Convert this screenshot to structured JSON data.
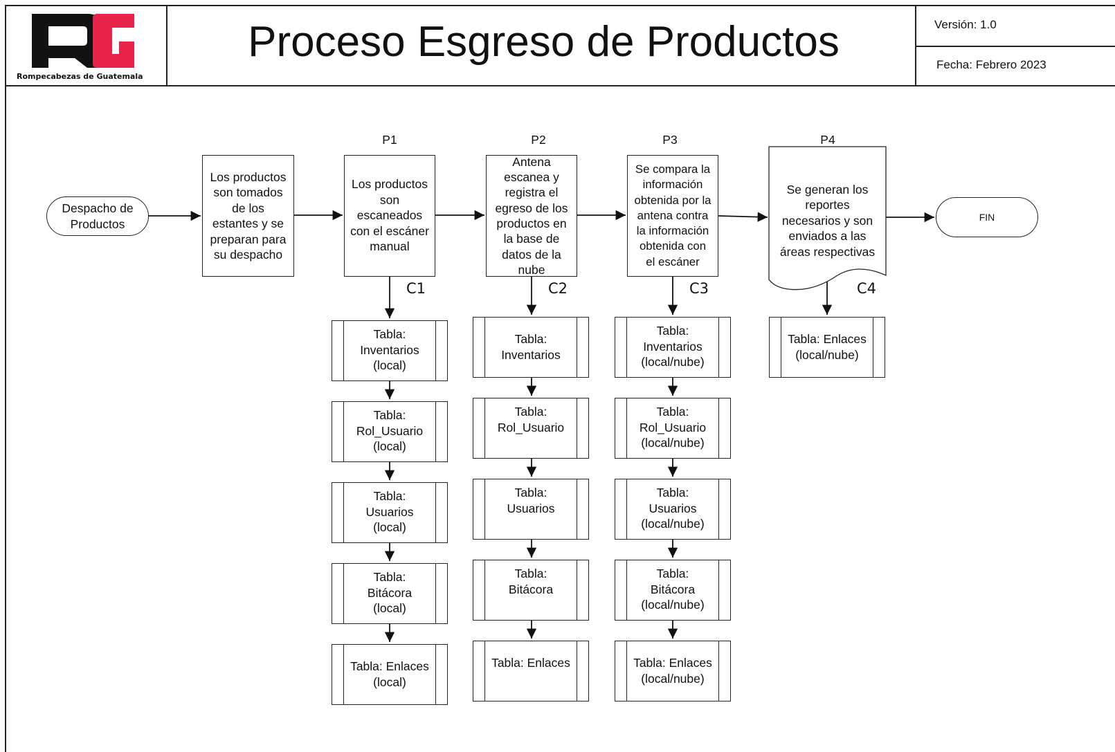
{
  "header": {
    "logo_text": "RG",
    "logo_caption": "Rompecabezas de Guatemala",
    "title": "Proceso Esgreso de Productos",
    "version": "Versión: 1.0",
    "date": "Fecha: Febrero 2023"
  },
  "colors": {
    "logo_black": "#111111",
    "logo_red": "#e8234a",
    "line": "#222222"
  },
  "flow": {
    "start": "Despacho de\nProductos",
    "step0": "Los productos\nson tomados\nde los\nestantes y se\npreparan para\nsu despacho",
    "p1": {
      "label": "P1",
      "text": "Los productos\nson\nescaneados\ncon el escáner\nmanual"
    },
    "p2": {
      "label": "P2",
      "text": "Antena\nescanea y\nregistra el\negreso de los\nproductos en\nla base de\ndatos de la\nnube"
    },
    "p3": {
      "label": "P3",
      "text": "Se compara la\ninformación\nobtenida por la\nantena contra\nla información\nobtenida con\nel escáner"
    },
    "p4": {
      "label": "P4",
      "text": "Se generan los\nreportes\nnecesarios y son\nenviados a las\náreas respectivas"
    },
    "end": "FIN"
  },
  "columns": {
    "c1": {
      "label": "C1",
      "tables": [
        "Tabla:\nInventarios\n(local)",
        "Tabla:\nRol_Usuario\n(local)",
        "Tabla:\nUsuarios\n(local)",
        "Tabla:\nBitácora\n(local)",
        "Tabla: Enlaces\n(local)"
      ]
    },
    "c2": {
      "label": "C2",
      "tables": [
        "Tabla:\nInventarios",
        "Tabla:\nRol_Usuario",
        "Tabla:\nUsuarios",
        "Tabla:\nBitácora",
        "Tabla: Enlaces"
      ]
    },
    "c3": {
      "label": "C3",
      "tables": [
        "Tabla:\nInventarios\n(local/nube)",
        "Tabla:\nRol_Usuario\n(local/nube)",
        "Tabla:\nUsuarios\n(local/nube)",
        "Tabla:\nBitácora\n(local/nube)",
        "Tabla: Enlaces\n(local/nube)"
      ]
    },
    "c4": {
      "label": "C4",
      "tables": [
        "Tabla: Enlaces\n(local/nube)"
      ]
    }
  }
}
